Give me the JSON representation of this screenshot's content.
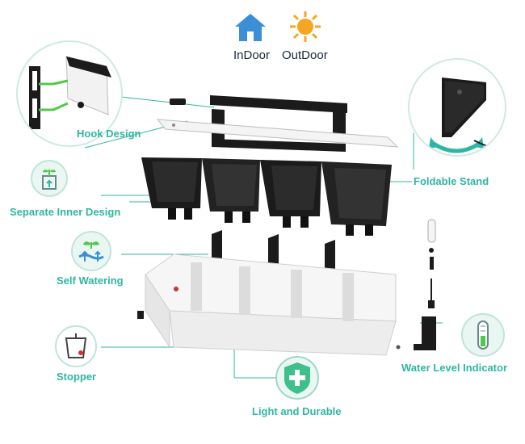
{
  "header": {
    "indoor_label": "InDoor",
    "outdoor_label": "OutDoor"
  },
  "features": {
    "hook_design": "Hook Design",
    "foldable_stand": "Foldable Stand",
    "separate_inner": "Separate Inner Design",
    "self_watering": "Self Watering",
    "stopper": "Stopper",
    "water_level": "Water Level Indicator",
    "light_durable": "Light and Durable"
  },
  "colors": {
    "accent": "#2fb6a2",
    "house_icon": "#3a8fd6",
    "sun_icon": "#f5a623",
    "planter_black": "#1b1b1b",
    "planter_white": "#f3f3f3"
  },
  "icons": [
    "house-icon",
    "sun-icon",
    "shield-plus-icon",
    "water-drop-icon",
    "plant-icon"
  ]
}
